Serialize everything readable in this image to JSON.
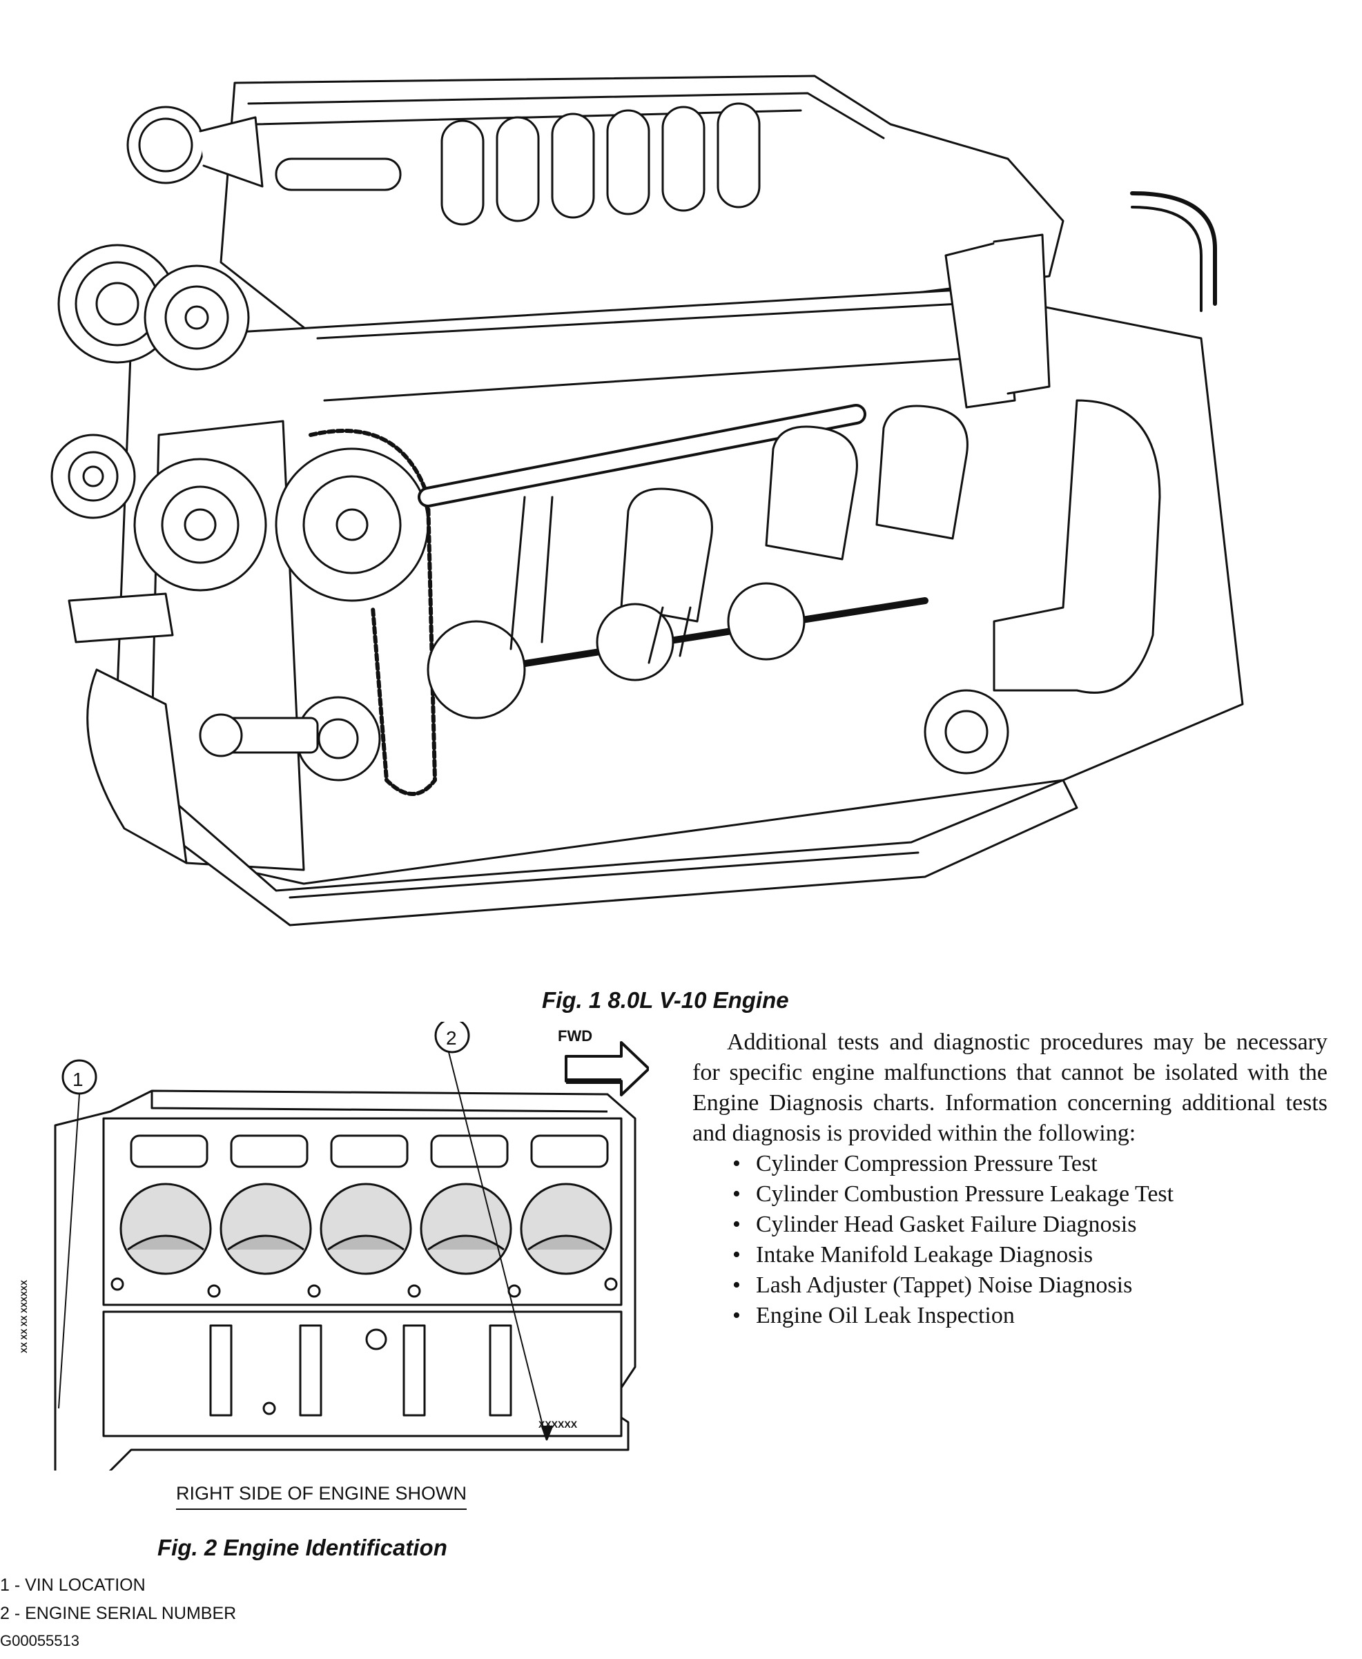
{
  "figure1": {
    "caption": "Fig. 1 8.0L V-10 Engine"
  },
  "figure2": {
    "caption": "Fig. 2 Engine Identification",
    "fwd_label": "FWD",
    "callout_1": "1",
    "callout_2": "2",
    "serial_marking": "XXXXXX",
    "vin_marking": "XX XX XX XXXXXX",
    "view_label": "RIGHT SIDE OF ENGINE SHOWN",
    "legend": [
      "1 - VIN LOCATION",
      "2 - ENGINE SERIAL NUMBER"
    ],
    "reference_code": "G00055513"
  },
  "body": {
    "paragraph": "Additional tests and diagnostic procedures may be necessary for specific engine malfunctions that can­not be isolated with the Engine Diagnosis charts. Information concerning additional tests and diagno­sis is provided within the following:",
    "bullets": [
      "Cylinder Compression Pressure Test",
      "Cylinder Combustion Pressure Leakage Test",
      "Cylinder Head Gasket Failure Diagnosis",
      "Intake Manifold Leakage Diagnosis",
      "Lash Adjuster (Tappet) Noise Diagnosis",
      "Engine Oil Leak Inspection"
    ]
  }
}
